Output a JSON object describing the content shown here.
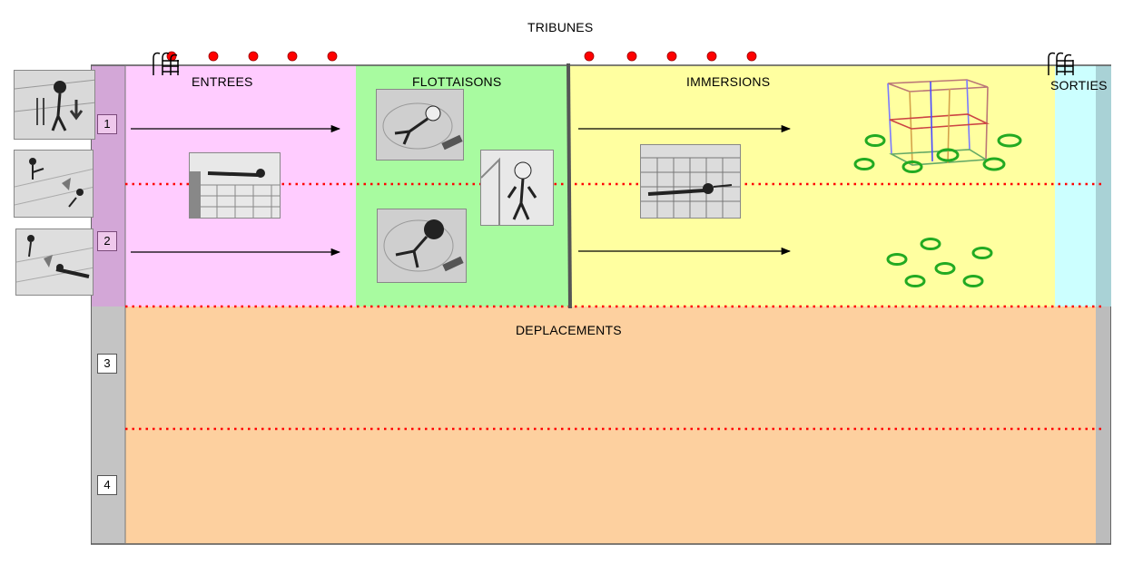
{
  "labels": {
    "tribunes": "TRIBUNES",
    "entrees": "ENTREES",
    "flottaisons": "FLOTTAISONS",
    "immersions": "IMMERSIONS",
    "sorties": "SORTIES",
    "deplacements": "DEPLACEMENTS"
  },
  "lanes": [
    "1",
    "2",
    "3",
    "4"
  ],
  "colors": {
    "entrees_zone": "#ffccff",
    "flottaisons_zone": "#a8fba0",
    "immersions_zone": "#ffffa0",
    "sorties_zone": "#ccffff",
    "deplacements_zone": "#fdd09f",
    "lane_rope": "#ff0000",
    "buoy": "#ff0000",
    "hoop": "#22aa22"
  },
  "icons": [
    "ladder-icon",
    "buoy-icon",
    "hoop-icon",
    "cage-frame-icon",
    "arrow-icon",
    "swimmer-illustration"
  ]
}
